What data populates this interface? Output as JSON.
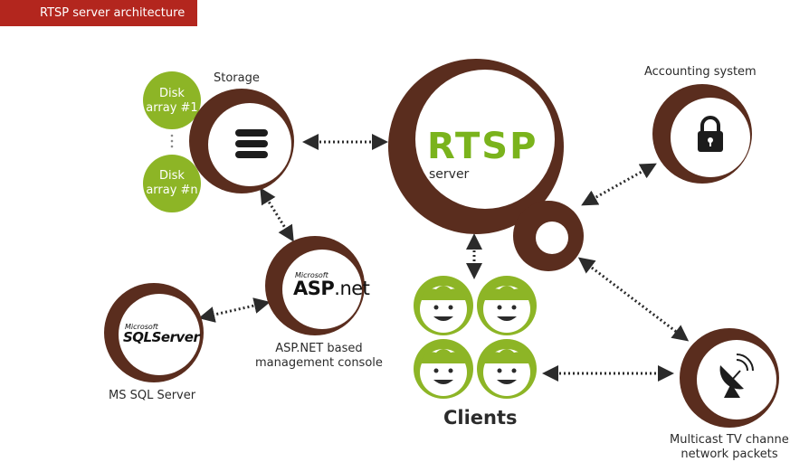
{
  "header": {
    "title": "RTSP server architecture"
  },
  "nodes": {
    "rtsp": {
      "title": "RTSP",
      "subtitle": "server"
    },
    "storage": {
      "label": "Storage"
    },
    "disk1": {
      "line1": "Disk",
      "line2": "array #1"
    },
    "diskn": {
      "line1": "Disk",
      "line2": "array #n"
    },
    "accounting": {
      "label": "Accounting system"
    },
    "aspnet": {
      "logo_small": "Microsoft",
      "logo_main": "ASP",
      "logo_suffix": ".net",
      "label_line1": "ASP.NET based",
      "label_line2": "management console"
    },
    "mssql": {
      "logo_small": "Microsoft",
      "logo_main": "SQLServer",
      "label": "MS SQL Server"
    },
    "clients": {
      "label": "Clients"
    },
    "multicast": {
      "label_line1": "Multicast TV channel",
      "label_line2": "network packets"
    }
  },
  "colors": {
    "brown": "#5a2d1e",
    "brown_light": "#8c4a2f",
    "green": "#8db526",
    "green_dark": "#7ab31c",
    "header_red": "#b3261e"
  },
  "icons": {
    "storage": "database-icon",
    "accounting": "lock-icon",
    "multicast": "satellite-dish-icon",
    "client": "smiley-face-icon"
  }
}
